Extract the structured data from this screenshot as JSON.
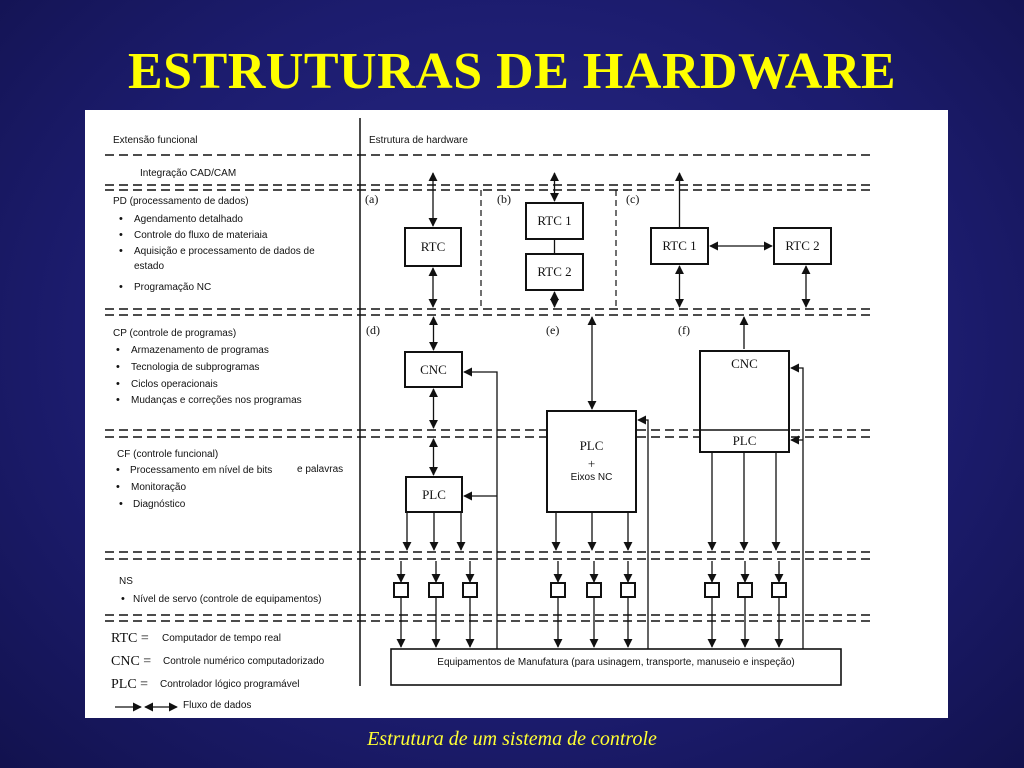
{
  "slide": {
    "title": "ESTRUTURAS DE HARDWARE",
    "caption": "Estrutura de um sistema de controle"
  },
  "colors": {
    "title": "#ffff00",
    "background": "#1c1c6e",
    "caption": "#ffff33"
  },
  "diagram": {
    "header_left": "Extensão funcional",
    "header_right": "Estrutura de hardware",
    "cadcam": "Integração CAD/CAM",
    "pd": {
      "title": "PD (processamento de dados)",
      "items": [
        "Agendamento detalhado",
        "Controle do fluxo de materiaia",
        "Aquisição e processamento de dados de",
        "estado",
        "Programação NC"
      ]
    },
    "cp": {
      "title": "CP (controle de programas)",
      "items": [
        "Armazenamento de programas",
        "Tecnologia de subprogramas",
        "Ciclos operacionais",
        "Mudanças e correções nos programas"
      ]
    },
    "cf": {
      "title": "CF (controle funcional)",
      "items": [
        "Processamento em nível de bits",
        "e palavras",
        "Monitoração",
        "Diagnóstico"
      ]
    },
    "ns": {
      "title": "NS",
      "items": [
        "Nível de servo (controle de equipamentos)"
      ]
    },
    "panels": {
      "a": "(a)",
      "b": "(b)",
      "c": "(c)",
      "d": "(d)",
      "e": "(e)",
      "f": "(f)"
    },
    "blocks": {
      "rtc_a": "RTC",
      "rtc1_b": "RTC 1",
      "rtc2_b": "RTC 2",
      "rtc1_c": "RTC 1",
      "rtc2_c": "RTC 2",
      "cnc_d": "CNC",
      "plc_d": "PLC",
      "plc_e": "PLC",
      "plus_e": "+",
      "eixos_e": "Eixos NC",
      "cnc_f": "CNC",
      "plc_f": "PLC"
    },
    "equipment": "Equipamentos de Manufatura (para usinagem, transporte, manuseio e inspeção)",
    "legend": [
      {
        "abbr": "RTC =",
        "desc": "Computador de tempo real"
      },
      {
        "abbr": "CNC =",
        "desc": "Controle numérico computadorizado"
      },
      {
        "abbr": "PLC =",
        "desc": "Controlador lógico programável"
      }
    ],
    "flow_label": "Fluxo de dados"
  }
}
